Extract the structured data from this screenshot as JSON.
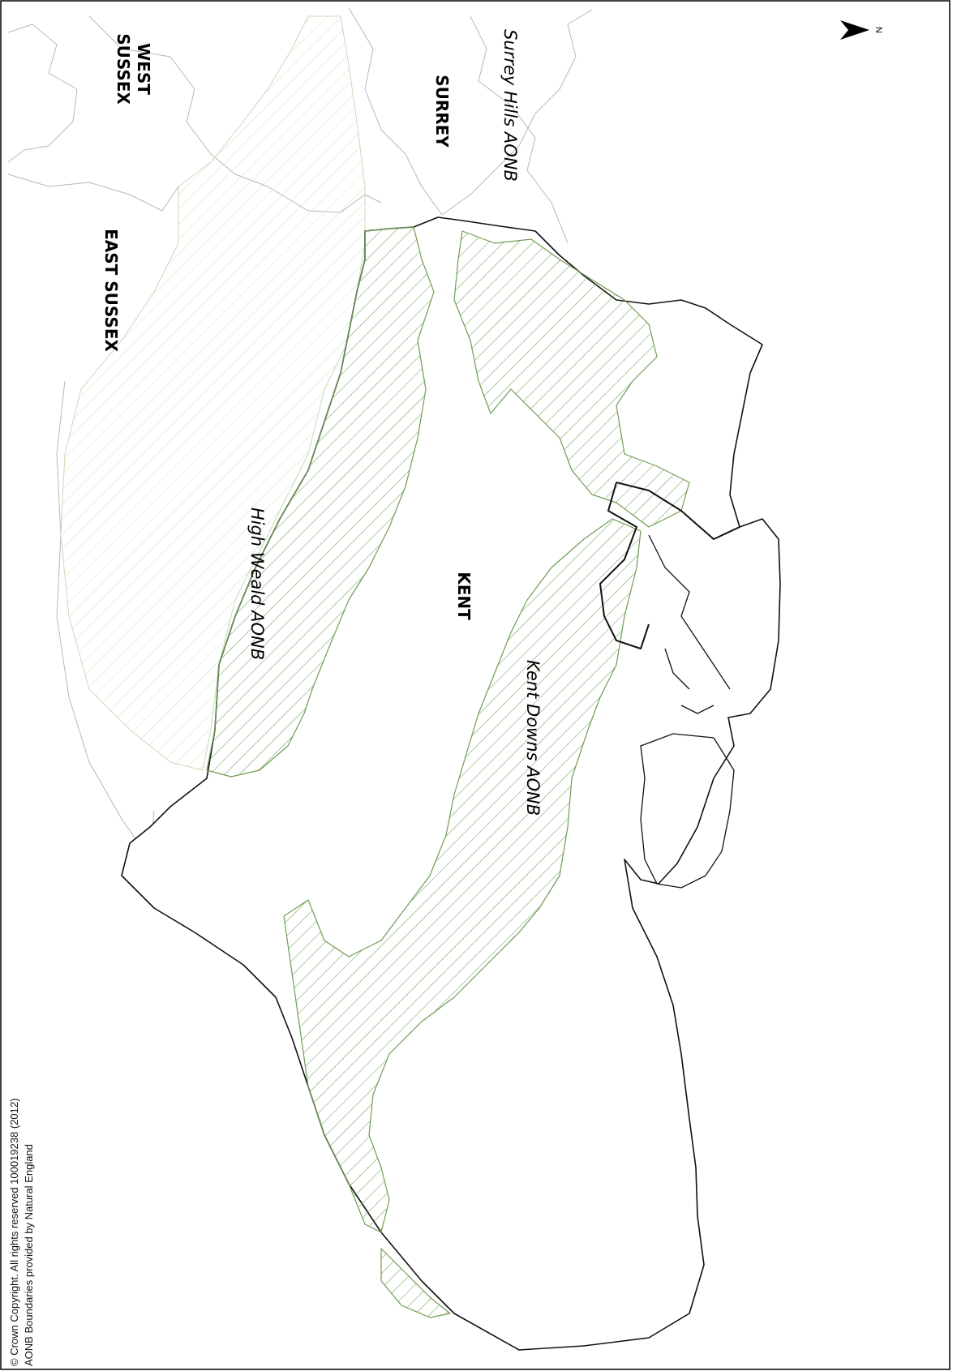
{
  "north_label": "N",
  "labels": {
    "west_sussex": [
      "WEST",
      "SUSSEX"
    ],
    "surrey": "SURREY",
    "surrey_hills": "Surrey Hills AONB",
    "east_sussex": "EAST SUSSEX",
    "kent": "KENT",
    "high_weald": "High Weald AONB",
    "kent_downs": "Kent Downs AONB"
  },
  "credits": [
    "AONB Boundaries provided by Natural England",
    "© Crown Copyright. All rights reserved 100019238 (2012)"
  ],
  "colors": {
    "aonb_strong": "#6f9e55",
    "aonb_faint": "#c7dcb7",
    "county_line": "#b8b8b8",
    "kent_outline": "#111111"
  }
}
